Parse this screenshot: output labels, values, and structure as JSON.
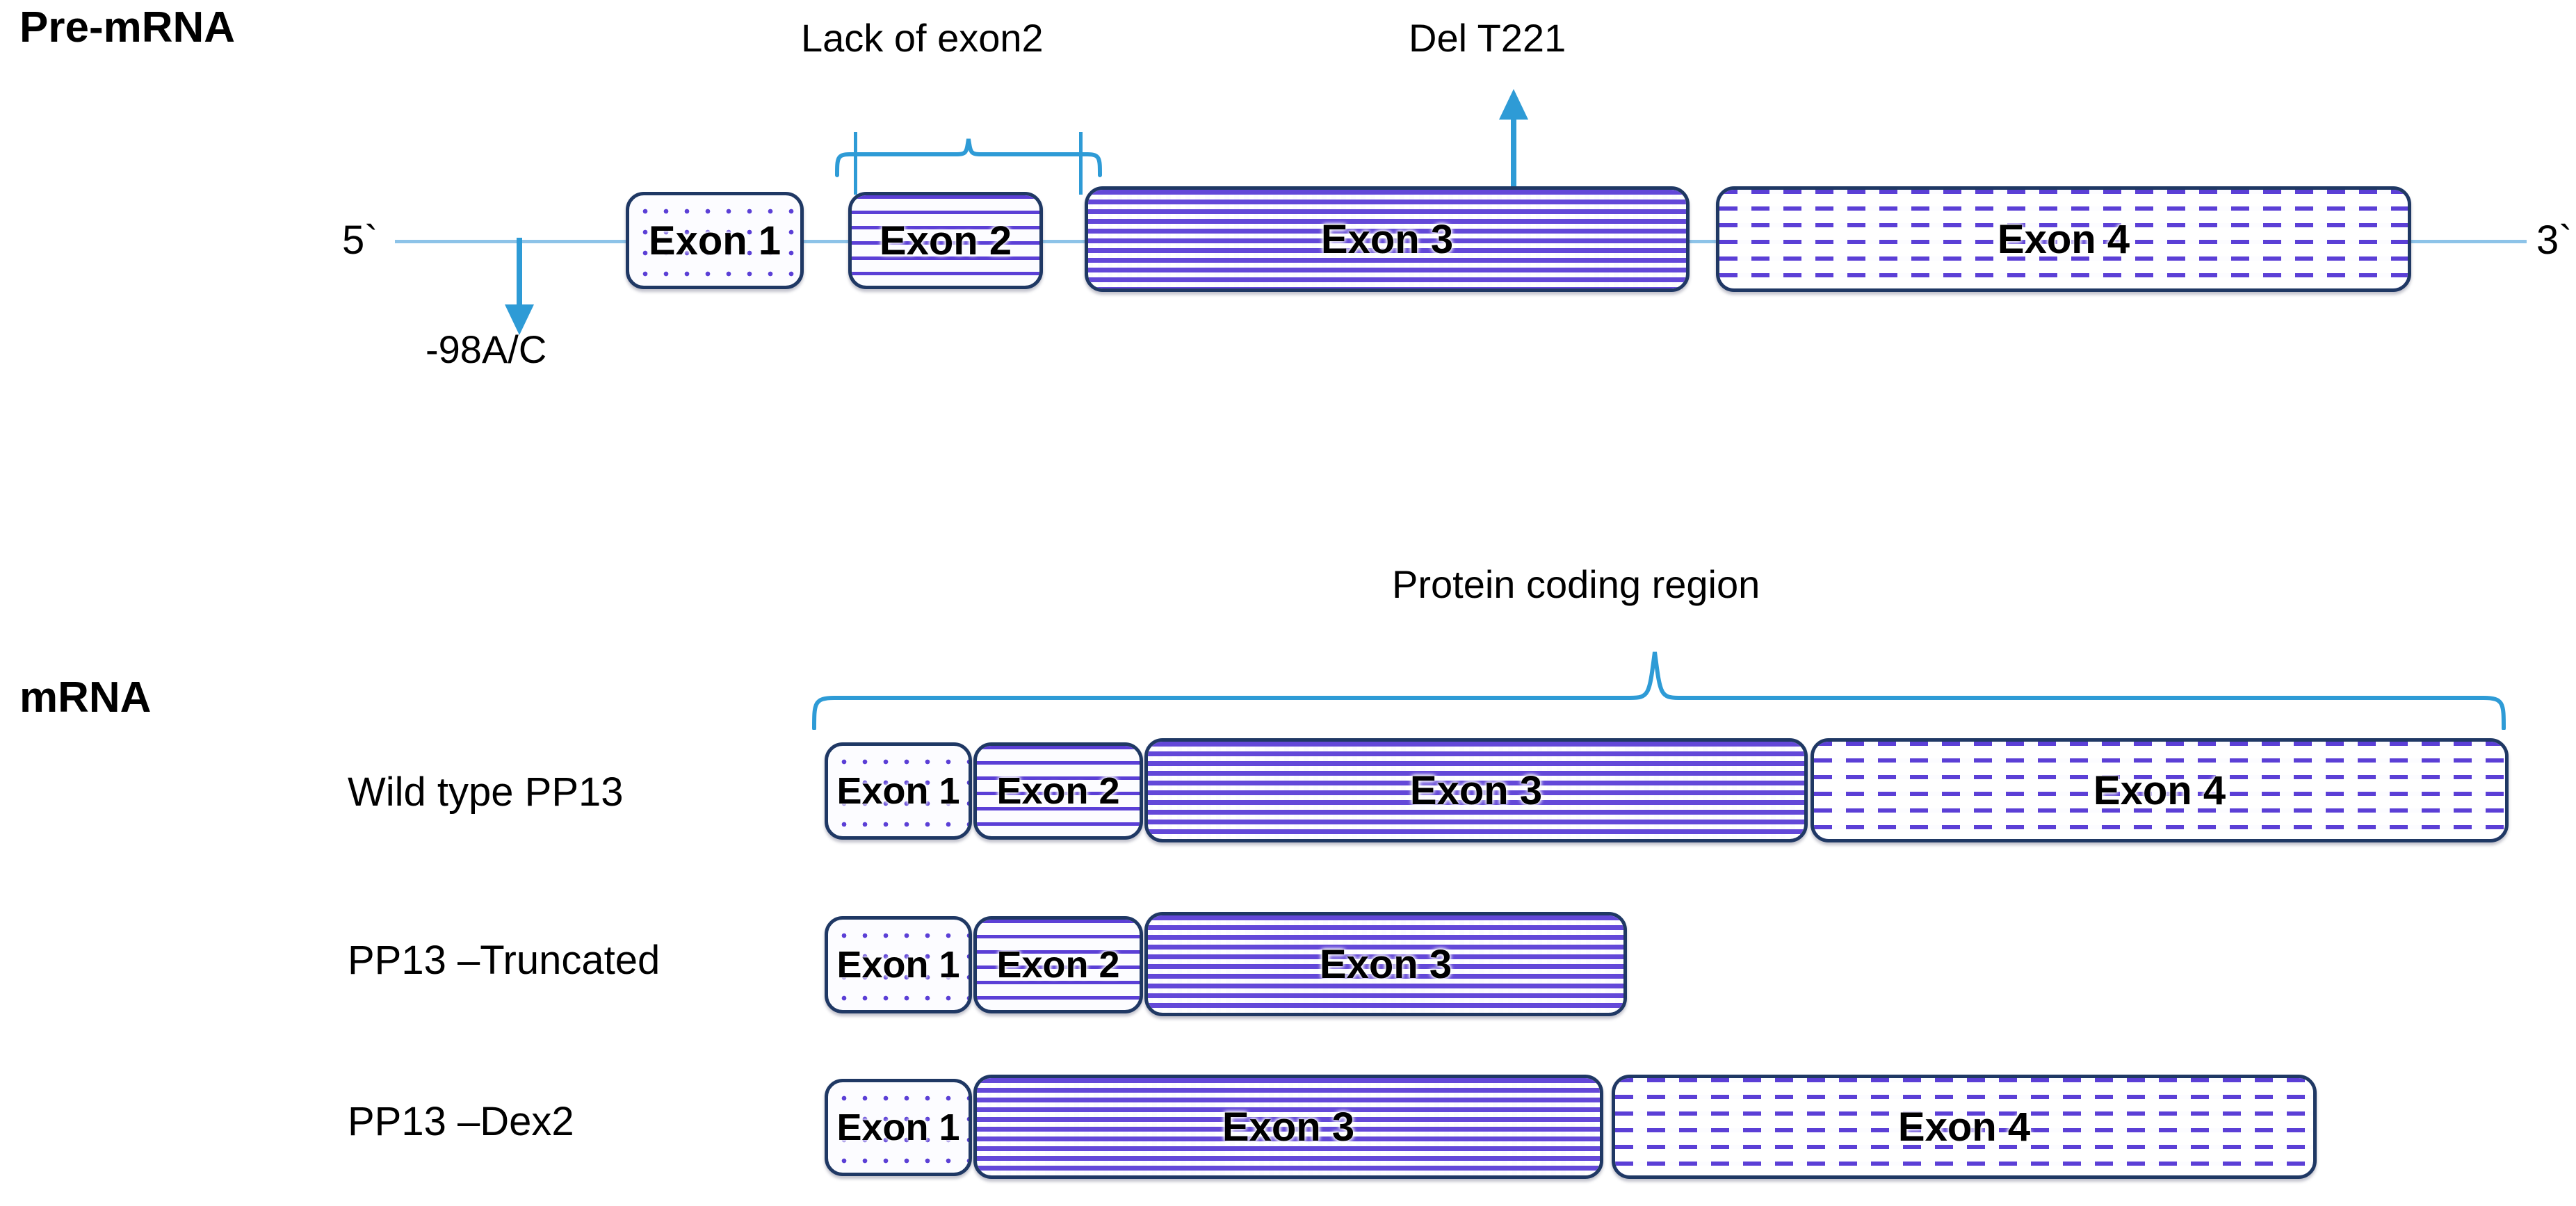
{
  "diagram": {
    "title_premrna": "Pre-mRNA",
    "title_mrna": "mRNA",
    "five_prime": "5`",
    "three_prime": "3`",
    "annotations": {
      "lack_of_exon2": "Lack of exon2",
      "del_t221": "Del T221",
      "minus98ac": "-98A/C",
      "protein_coding_region": "Protein coding region"
    },
    "exon_labels": {
      "e1": "Exon 1",
      "e2": "Exon 2",
      "e3": "Exon 3",
      "e4": "Exon 4"
    },
    "transcripts": [
      {
        "name": "Wild type PP13",
        "exons": [
          "Exon 1",
          "Exon 2",
          "Exon 3",
          "Exon 4"
        ]
      },
      {
        "name": "PP13 –Truncated",
        "exons": [
          "Exon 1",
          "Exon 2",
          "Exon 3"
        ]
      },
      {
        "name": "PP13 –Dex2",
        "exons": [
          "Exon 1",
          "Exon 3",
          "Exon 4"
        ]
      }
    ],
    "colors": {
      "brace_blue": "#2E9BD6",
      "backbone_blue": "#8DC3E8",
      "exon_border": "#1F3864",
      "pattern_purple": "#5B3FD6",
      "text_black": "#000000"
    }
  }
}
